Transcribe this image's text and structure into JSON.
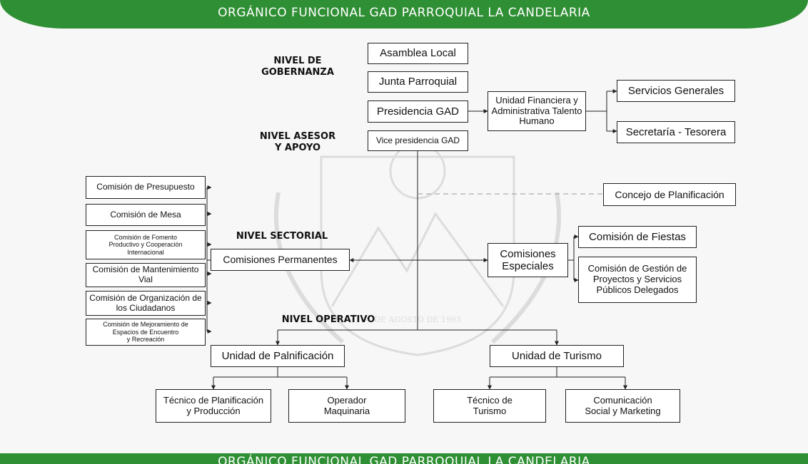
{
  "banner": {
    "top": "ORGÁNICO FUNCIONAL GAD PARROQUIAL LA CANDELARIA",
    "bottom": "ORGÁNICO FUNCIONAL GAD PARROQUIAL LA CANDELARIA"
  },
  "levels": {
    "gobernanza": "NIVEL DE\nGOBERNANZA",
    "asesor": "NIVEL ASESOR\nY APOYO",
    "sectorial": "NIVEL SECTORIAL",
    "operativo": "NIVEL  OPERATIVO"
  },
  "boxes": {
    "asamblea": "Asamblea Local",
    "junta": "Junta Parroquial",
    "presidencia": "Presidencia GAD",
    "vicepresidencia": "Vice presidencia GAD",
    "unidad_financiera": "Unidad Financiera y\nAdministrativa Talento\nHumano",
    "servicios_generales": "Servicios Generales",
    "secretaria": "Secretaría - Tesorera",
    "concejo": "Concejo de Planificación",
    "comisiones_permanentes": "Comisiones Permanentes",
    "comisiones_especiales": "Comisiones\nEspeciales",
    "comision_fiestas": "Comisión de Fiestas",
    "comision_gestion": "Comisión de Gestión de\nProyectos y Servicios\nPúblicos Delegados",
    "unidad_planificacion": "Unidad de Palnificación",
    "unidad_turismo": "Unidad de Turismo",
    "tecnico_planificacion": "Técnico de Planificación\ny Producción",
    "operador": "Operador\nMaquinaria",
    "tecnico_turismo": "Técnico de\nTurismo",
    "comunicacion": "Comunicación\nSocial y Marketing"
  },
  "permanentes": [
    "Comisión de Presupuesto",
    "Comisión de Mesa",
    "Comisión de Fomento\nProductivo y Cooperación\nInternacional",
    "Comisión de Mantenimiento\nVial",
    "Comisión de Organización de\nlos Ciudadanos",
    "Comisión de Mejoramiento de\nEspacios de Encuentro\ny Recreación"
  ],
  "watermark": {
    "ribbon": "DE AGOSTO DE 1993"
  },
  "colors": {
    "banner": "#2f8f34",
    "line": "#222222",
    "background": "#f7f7f7"
  }
}
